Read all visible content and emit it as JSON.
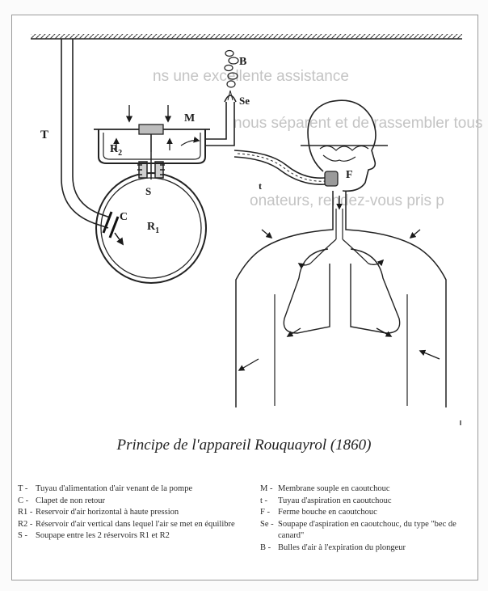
{
  "background_text": {
    "line1": "ns une excellente assistance",
    "line2": "nous séparent et de rassembler tous",
    "line3": "onateurs, rendez-vous pris p"
  },
  "labels": {
    "T": "T",
    "B": "B",
    "Se": "Se",
    "M": "M",
    "R2": "R",
    "R2_sub": "2",
    "S": "S",
    "F": "F",
    "t": "t",
    "C": "C",
    "R1": "R",
    "R1_sub": "1"
  },
  "caption": "Principe de l'appareil Rouquayrol (1860)",
  "legend_left": [
    {
      "key": "T -",
      "text": "Tuyau d'alimentation d'air venant de la pompe"
    },
    {
      "key": "C -",
      "text": "Clapet de non retour"
    },
    {
      "key": "R1 -",
      "text": "Reservoir d'air horizontal à haute pression"
    },
    {
      "key": "R2 -",
      "text": "Réservoir d'air vertical dans lequel l'air se met en équilibre"
    },
    {
      "key": "S -",
      "text": "Soupape entre les 2 réservoirs R1 et R2"
    }
  ],
  "legend_right": [
    {
      "key": "M -",
      "text": "Membrane souple en caoutchouc"
    },
    {
      "key": "t -",
      "text": "Tuyau d'aspiration en caoutchouc"
    },
    {
      "key": "F -",
      "text": "Ferme bouche en caoutchouc"
    },
    {
      "key": "Se -",
      "text": "Soupape d'aspiration en caoutchouc, du type \"bec de canard\""
    },
    {
      "key": "B -",
      "text": "Bulles d'air à l'expiration du plongeur"
    }
  ]
}
